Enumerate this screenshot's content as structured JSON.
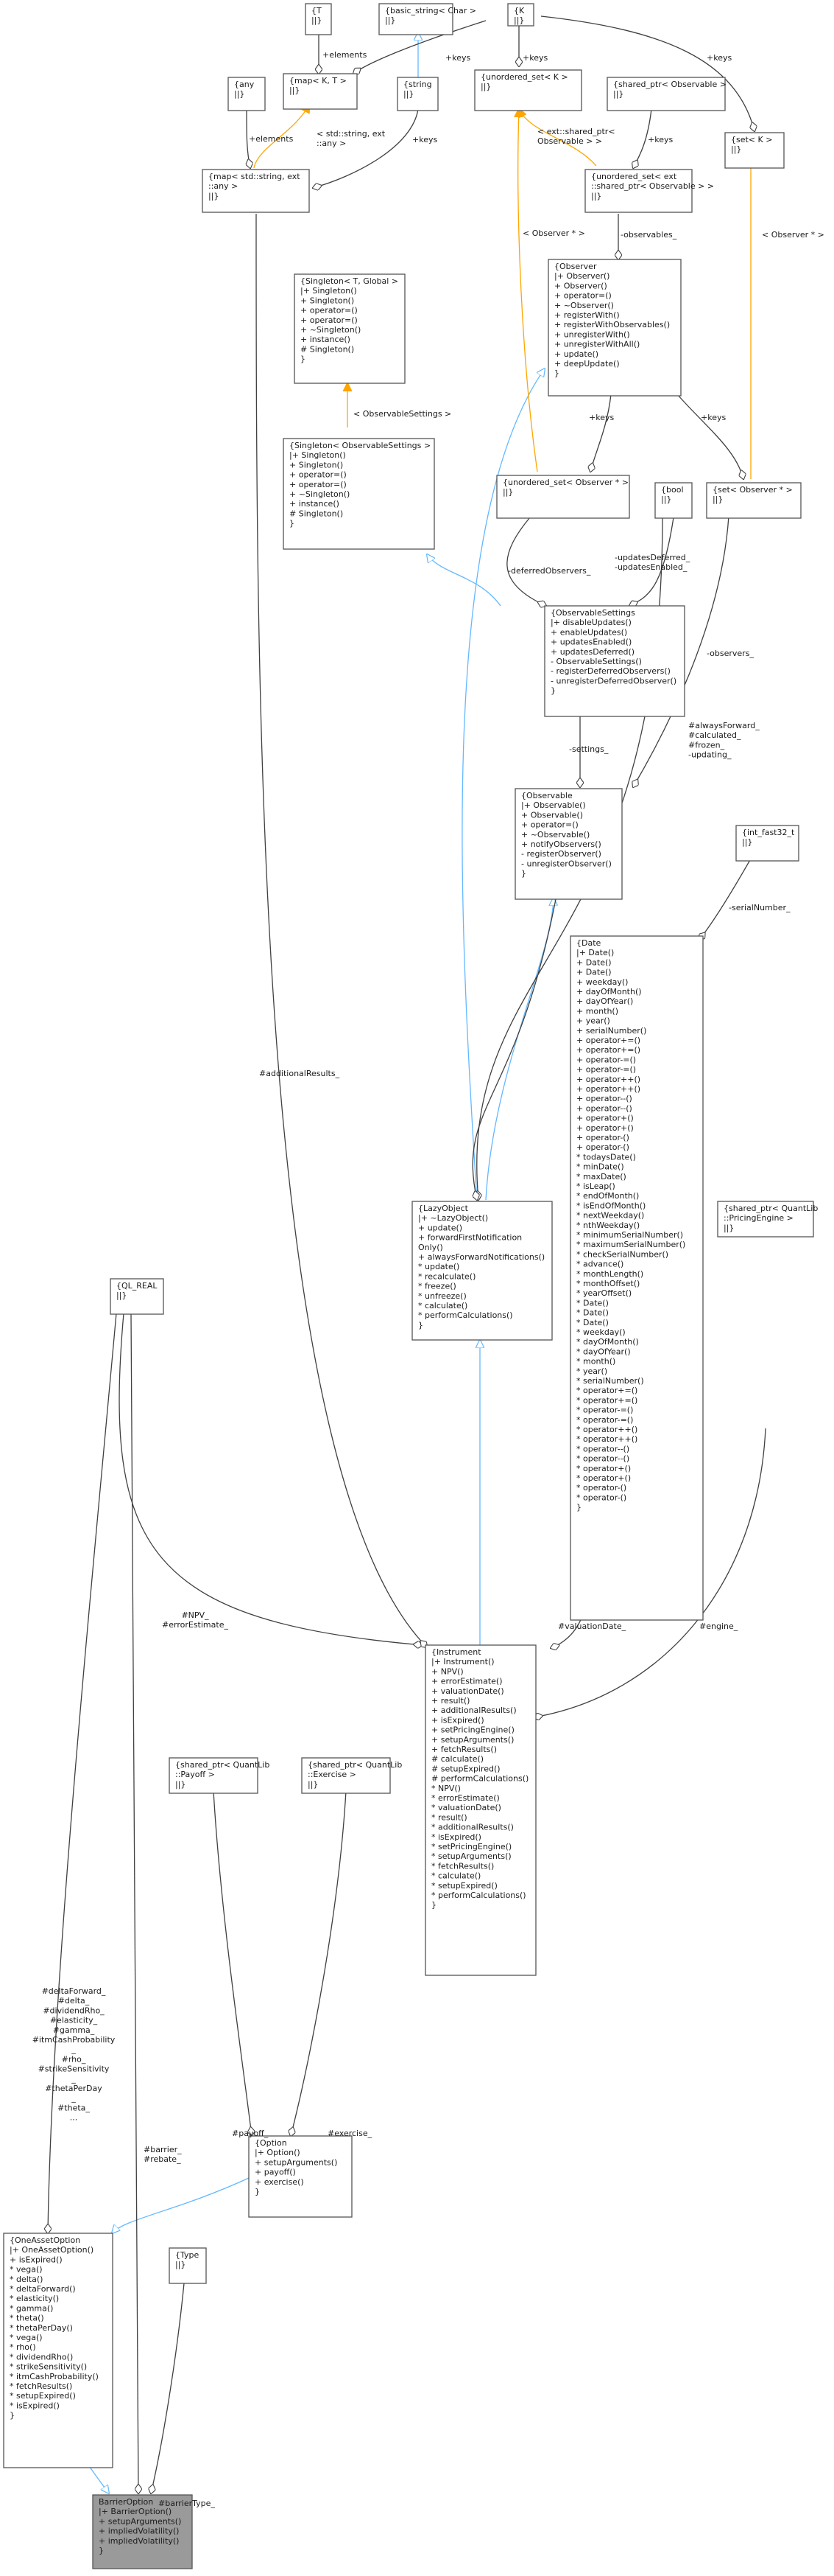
{
  "diagram": {
    "nodes": [
      {
        "id": "barrier_option",
        "lines": [
          "BarrierOption",
          "|+ BarrierOption()",
          "+ setupArguments()",
          "+ impliedVolatility()",
          "+ impliedVolatility()",
          "}"
        ],
        "focus": true
      },
      {
        "id": "one_asset_option",
        "lines": [
          "{OneAssetOption",
          "|+ OneAssetOption()",
          "+ isExpired()",
          "* vega()",
          "* delta()",
          "* deltaForward()",
          "* elasticity()",
          "* gamma()",
          "* theta()",
          "* thetaPerDay()",
          "* vega()",
          "* rho()",
          "* dividendRho()",
          "* strikeSensitivity()",
          "* itmCashProbability()",
          "* fetchResults()",
          "* setupExpired()",
          "* isExpired()",
          "}"
        ]
      },
      {
        "id": "type",
        "lines": [
          "{Type",
          "||}"
        ]
      },
      {
        "id": "option",
        "lines": [
          "{Option",
          "|+ Option()",
          "+ setupArguments()",
          "+ payoff()",
          "+ exercise()",
          "}"
        ]
      },
      {
        "id": "ql_real",
        "lines": [
          "{QL_REAL",
          "||}"
        ]
      },
      {
        "id": "shared_payoff",
        "lines": [
          "{shared_ptr< QuantLib",
          "::Payoff >",
          "||}"
        ]
      },
      {
        "id": "shared_exercise",
        "lines": [
          "{shared_ptr< QuantLib",
          "::Exercise >",
          "||}"
        ]
      },
      {
        "id": "instrument",
        "lines": [
          "{Instrument",
          "|+ Instrument()",
          "+ NPV()",
          "+ errorEstimate()",
          "+ valuationDate()",
          "+ result()",
          "+ additionalResults()",
          "+ isExpired()",
          "+ setPricingEngine()",
          "+ setupArguments()",
          "+ fetchResults()",
          "# calculate()",
          "# setupExpired()",
          "# performCalculations()",
          "* NPV()",
          "* errorEstimate()",
          "* valuationDate()",
          "* result()",
          "* additionalResults()",
          "* isExpired()",
          "* setPricingEngine()",
          "* setupArguments()",
          "* fetchResults()",
          "* calculate()",
          "* setupExpired()",
          "* performCalculations()",
          "}"
        ]
      },
      {
        "id": "lazy_object",
        "lines": [
          "{LazyObject",
          "|+ ~LazyObject()",
          "+ update()",
          "+ forwardFirstNotification",
          "Only()",
          "+ alwaysForwardNotifications()",
          "* update()",
          "* recalculate()",
          "* freeze()",
          "* unfreeze()",
          "* calculate()",
          "* performCalculations()",
          "}"
        ]
      },
      {
        "id": "date",
        "lines": [
          "{Date",
          "|+ Date()",
          "+ Date()",
          "+ Date()",
          "+ weekday()",
          "+ dayOfMonth()",
          "+ dayOfYear()",
          "+ month()",
          "+ year()",
          "+ serialNumber()",
          "+ operator+=()",
          "+ operator+=()",
          "+ operator-=()",
          "+ operator-=()",
          "+ operator++()",
          "+ operator++()",
          "+ operator--()",
          "+ operator--()",
          "+ operator+()",
          "+ operator+()",
          "+ operator-()",
          "+ operator-()",
          "* todaysDate()",
          "* minDate()",
          "* maxDate()",
          "* isLeap()",
          "* endOfMonth()",
          "* isEndOfMonth()",
          "* nextWeekday()",
          "* nthWeekday()",
          "* minimumSerialNumber()",
          "* maximumSerialNumber()",
          "* checkSerialNumber()",
          "* advance()",
          "* monthLength()",
          "* monthOffset()",
          "* yearOffset()",
          "* Date()",
          "* Date()",
          "* Date()",
          "* weekday()",
          "* dayOfMonth()",
          "* dayOfYear()",
          "* month()",
          "* year()",
          "* serialNumber()",
          "* operator+=()",
          "* operator+=()",
          "* operator-=()",
          "* operator-=()",
          "* operator++()",
          "* operator++()",
          "* operator--()",
          "* operator--()",
          "* operator+()",
          "* operator+()",
          "* operator-()",
          "* operator-()",
          "}"
        ]
      },
      {
        "id": "shared_engine",
        "lines": [
          "{shared_ptr< QuantLib",
          "::PricingEngine >",
          "||}"
        ]
      },
      {
        "id": "int_fast32",
        "lines": [
          "{int_fast32_t",
          "||}"
        ]
      },
      {
        "id": "observable",
        "lines": [
          "{Observable",
          "|+ Observable()",
          "+ Observable()",
          "+ operator=()",
          "+ ~Observable()",
          "+ notifyObservers()",
          "- registerObserver()",
          "- unregisterObserver()",
          "}"
        ]
      },
      {
        "id": "observable_settings",
        "lines": [
          "{ObservableSettings",
          "|+ disableUpdates()",
          "+ enableUpdates()",
          "+ updatesEnabled()",
          "+ updatesDeferred()",
          "- ObservableSettings()",
          "- registerDeferredObservers()",
          "- unregisterDeferredObserver()",
          "}"
        ]
      },
      {
        "id": "singleton_obs",
        "lines": [
          "{Singleton< ObservableSettings >",
          "|+ Singleton()",
          "+ Singleton()",
          "+ operator=()",
          "+ operator=()",
          "+ ~Singleton()",
          "+ instance()",
          "# Singleton()",
          "}"
        ]
      },
      {
        "id": "singleton_t",
        "lines": [
          "{Singleton< T, Global >",
          "|+ Singleton()",
          "+ Singleton()",
          "+ operator=()",
          "+ operator=()",
          "+ ~Singleton()",
          "+ instance()",
          "# Singleton()",
          "}"
        ]
      },
      {
        "id": "unordered_set_observer",
        "lines": [
          "{unordered_set< Observer * >",
          "||}"
        ]
      },
      {
        "id": "bool",
        "lines": [
          "{bool",
          "||}"
        ]
      },
      {
        "id": "set_observer",
        "lines": [
          "{set< Observer * >",
          "||}"
        ]
      },
      {
        "id": "observer",
        "lines": [
          "{Observer",
          "|+ Observer()",
          "+ Observer()",
          "+ operator=()",
          "+ ~Observer()",
          "+ registerWith()",
          "+ registerWithObservables()",
          "+ unregisterWith()",
          "+ unregisterWithAll()",
          "+ update()",
          "+ deepUpdate()",
          "}"
        ]
      },
      {
        "id": "unordered_set_ext",
        "lines": [
          "{unordered_set< ext",
          "::shared_ptr< Observable > >",
          "||}"
        ]
      },
      {
        "id": "shared_observable",
        "lines": [
          "{shared_ptr< Observable >",
          "||}"
        ]
      },
      {
        "id": "unordered_set_k",
        "lines": [
          "{unordered_set< K >",
          "||}"
        ]
      },
      {
        "id": "set_k",
        "lines": [
          "{set< K >",
          "||}"
        ]
      },
      {
        "id": "map_ext",
        "lines": [
          "{map< std::string, ext",
          "::any >",
          "||}"
        ]
      },
      {
        "id": "any",
        "lines": [
          "{any",
          "||}"
        ]
      },
      {
        "id": "map_kt",
        "lines": [
          "{map< K, T >",
          "||}"
        ]
      },
      {
        "id": "string",
        "lines": [
          "{string",
          "||}"
        ]
      },
      {
        "id": "t",
        "lines": [
          "{T",
          "||}"
        ]
      },
      {
        "id": "basic_string",
        "lines": [
          "{basic_string< Char >",
          "||}"
        ]
      },
      {
        "id": "k",
        "lines": [
          "{K",
          "||}"
        ]
      }
    ],
    "edge_labels": [
      {
        "id": "barrier_type",
        "lines": [
          "#barrierType_"
        ]
      },
      {
        "id": "barrier_rebate",
        "lines": [
          "#barrier_",
          "#rebate_"
        ]
      },
      {
        "id": "greeks",
        "lines": [
          "#deltaForward_",
          "#delta_",
          "#dividendRho_",
          "#elasticity_",
          "#gamma_",
          "#itmCashProbability",
          "_",
          "#rho_",
          "#strikeSensitivity",
          "_",
          "#thetaPerDay",
          "_",
          "#theta_",
          "..."
        ]
      },
      {
        "id": "npv",
        "lines": [
          "#NPV_",
          "#errorEstimate_"
        ]
      },
      {
        "id": "payoff",
        "lines": [
          "#payoff_"
        ]
      },
      {
        "id": "exercise",
        "lines": [
          "#exercise_"
        ]
      },
      {
        "id": "valuation_date",
        "lines": [
          "#valuationDate_"
        ]
      },
      {
        "id": "engine",
        "lines": [
          "#engine_"
        ]
      },
      {
        "id": "additional_results",
        "lines": [
          "#additionalResults_"
        ]
      },
      {
        "id": "serial_number",
        "lines": [
          "-serialNumber_"
        ]
      },
      {
        "id": "lazy_flags",
        "lines": [
          "#alwaysForward_",
          "#calculated_",
          "#frozen_",
          "-updating_"
        ]
      },
      {
        "id": "settings",
        "lines": [
          "-settings_"
        ]
      },
      {
        "id": "observers",
        "lines": [
          "-observers_"
        ]
      },
      {
        "id": "deferred_observers",
        "lines": [
          "-deferredObservers_"
        ]
      },
      {
        "id": "updates_flags",
        "lines": [
          "-updatesDeferred_",
          "-updatesEnabled_"
        ]
      },
      {
        "id": "observable_settings_tpl",
        "lines": [
          "< ObservableSettings >"
        ]
      },
      {
        "id": "keys_uso",
        "lines": [
          "+keys"
        ]
      },
      {
        "id": "keys_so",
        "lines": [
          "+keys"
        ]
      },
      {
        "id": "observer_tpl_1",
        "lines": [
          "< Observer * >"
        ]
      },
      {
        "id": "observer_tpl_2",
        "lines": [
          "< Observer * >"
        ]
      },
      {
        "id": "observables",
        "lines": [
          "-observables_"
        ]
      },
      {
        "id": "ext_tpl",
        "lines": [
          "< ext::shared_ptr<",
          "Observable > >"
        ]
      },
      {
        "id": "keys_ext",
        "lines": [
          "+keys"
        ]
      },
      {
        "id": "keys_k1",
        "lines": [
          "+keys"
        ]
      },
      {
        "id": "keys_k2",
        "lines": [
          "+keys"
        ]
      },
      {
        "id": "keys_k3",
        "lines": [
          "+keys"
        ]
      },
      {
        "id": "elements_t",
        "lines": [
          "+elements"
        ]
      },
      {
        "id": "elements_any",
        "lines": [
          "+elements"
        ]
      },
      {
        "id": "map_tpl",
        "lines": [
          "< std::string, ext",
          "::any >"
        ]
      },
      {
        "id": "keys_string",
        "lines": [
          "+keys"
        ]
      }
    ]
  }
}
